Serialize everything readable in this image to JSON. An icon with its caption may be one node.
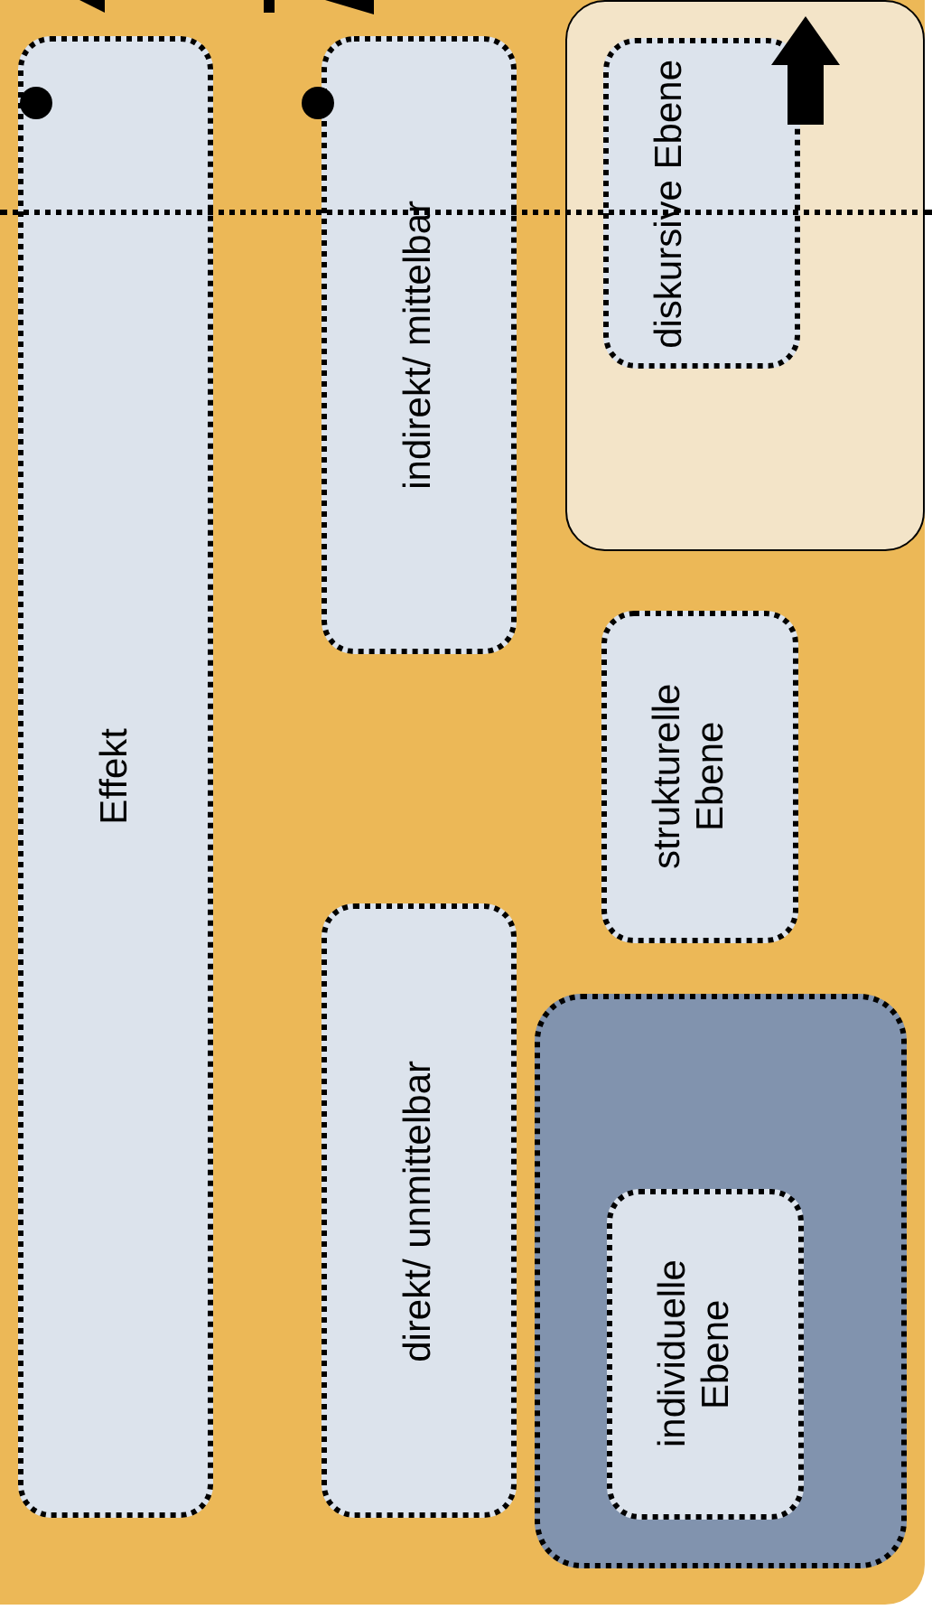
{
  "diagram": {
    "nodes": [
      {
        "text": [],
        "shape": "box"
      },
      {
        "text": [
          "Effekt"
        ],
        "in": 0
      },
      {
        "text": [
          "indirekt/ mittelbar"
        ],
        "in": 0
      },
      {
        "text": [],
        "shape": "box",
        "in": 0
      },
      {
        "text": [
          "diskursive Ebene"
        ],
        "in": 3
      },
      {
        "text": [
          "strukturelle Ebene"
        ],
        "in": 0
      },
      {
        "text": [],
        "shape": "box",
        "in": 0
      },
      {
        "text": [
          "direkt/ unmittelbar"
        ],
        "in": 0
      },
      {
        "text": [
          "individuelle Ebene"
        ],
        "in": 6
      }
    ]
  }
}
